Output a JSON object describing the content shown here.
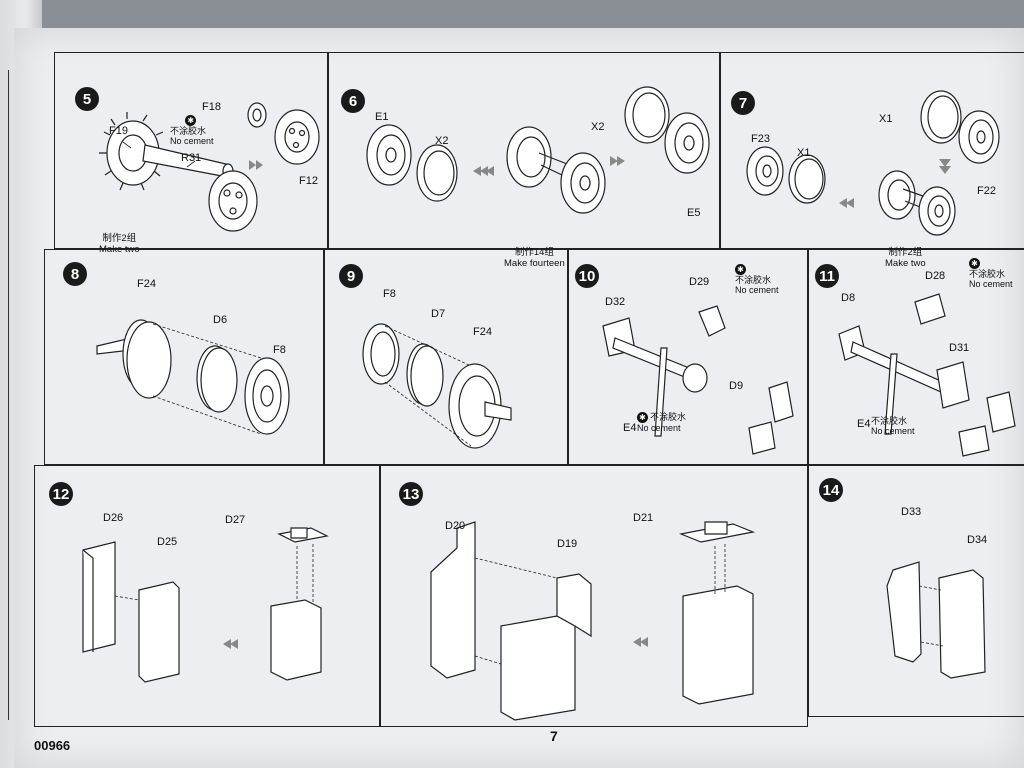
{
  "document": {
    "code": "00966",
    "page_number": "7"
  },
  "note": {
    "cn": "不涂胶水",
    "en": "No cement"
  },
  "steps": [
    {
      "number": "5",
      "labels": [
        "F18",
        "F19",
        "R31",
        "F12"
      ],
      "caption_cn": "制作2组",
      "caption_en": "Make two"
    },
    {
      "number": "6",
      "labels": [
        "E1",
        "X2",
        "X2",
        "E5"
      ],
      "caption_cn": "制作14组",
      "caption_en": "Make fourteen"
    },
    {
      "number": "7",
      "labels": [
        "F23",
        "X1",
        "X1",
        "F22"
      ],
      "caption_cn": "制作2组",
      "caption_en": "Make two"
    },
    {
      "number": "8",
      "labels": [
        "F24",
        "D6",
        "F8"
      ]
    },
    {
      "number": "9",
      "labels": [
        "F8",
        "D7",
        "F24"
      ]
    },
    {
      "number": "10",
      "labels": [
        "D29",
        "D32",
        "D9",
        "E4"
      ]
    },
    {
      "number": "11",
      "labels": [
        "D28",
        "D8",
        "D31",
        "E4"
      ]
    },
    {
      "number": "12",
      "labels": [
        "D26",
        "D25",
        "D27"
      ]
    },
    {
      "number": "13",
      "labels": [
        "D20",
        "D19",
        "D21"
      ]
    },
    {
      "number": "14",
      "labels": [
        "D33",
        "D34"
      ]
    }
  ]
}
